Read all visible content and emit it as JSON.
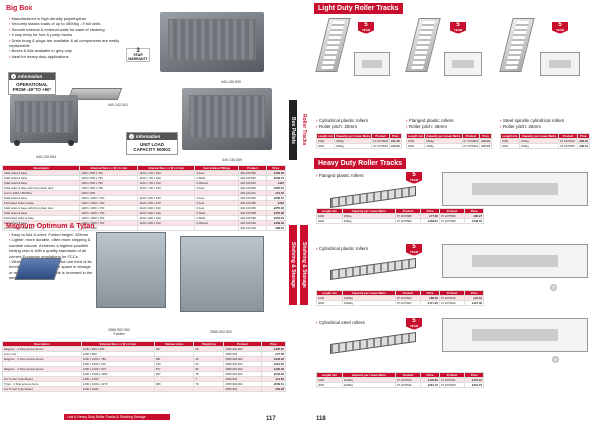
{
  "left": {
    "big_box_title": "Big Box",
    "big_box_features": [
      "Manufactured in high density polyethylene",
      "Securely stacks loads of up to 4500kg - 9 full units",
      "Smooth internal & external walls for ease of cleaning",
      "4 way entry for fork & pump trucks",
      "Drain bung & plugs are available & all components are easily replaceable",
      "Boxes & lids available in grey only",
      "Ideal for heavy duty applications"
    ],
    "warranty_years": "3",
    "warranty_label": "YEAR WARRANTY",
    "info1_title": "Information",
    "info1_body": "OPERATIONAL FROM -40°TO +60°",
    "info2_title": "Information",
    "info2_body": "UNIT LOAD CAPACITY 500KG",
    "codes": {
      "c1": "440.130.590",
      "c2": "440.142.001",
      "c3": "440.130.594",
      "c4": "440.130.059"
    },
    "big_box_table": {
      "headers": [
        "Description",
        "External Size L x W x H mm",
        "Internal Size L x W x H mm",
        "Feet & Base Fittings",
        "Product",
        "Price"
      ],
      "rows": [
        [
          "Solid sided & base",
          "1200 x 800 x 760",
          "1120 x 720 x 610",
          "4 Feet",
          "440.130.590",
          "£193.38"
        ],
        [
          "Solid sided & base",
          "1200 x 800 x 760",
          "1120 x 720 x 610",
          "4 Skids",
          "440.130.592",
          "£209.74"
        ],
        [
          "Solid sided & base",
          "1200 x 800 x 760",
          "1120 x 720 x 610",
          "4 Wheels",
          "440.130.594",
          "£412"
        ],
        [
          "Solid sides & base with Drop down door",
          "1200 x 800 x 760",
          "1120 x 720 x 610",
          "4 Feet",
          "440.130.596",
          "£225.21"
        ],
        [
          "Lid for 1200 x 800 Box",
          "1200 x 800",
          "",
          "",
          "440.142.001",
          "£51.52"
        ],
        [
          "Solid sided & base",
          "1200 x 1000 x 760",
          "1120 x 920 x 610",
          "4 Feet",
          "440.130.599",
          "£230.51"
        ],
        [
          "Perforated sides & base",
          "1200 x 1000 x 760",
          "1120 x 920 x 610",
          "4 Feet",
          "440.130.058",
          "£232"
        ],
        [
          "Solid sides & base with Drop down door",
          "1200 x 1000 x 760",
          "1120 x 920 x 610",
          "4 Feet",
          "440.130.059",
          "£255.36"
        ],
        [
          "Solid sided & base",
          "1200 x 1000 x 760",
          "1120 x 920 x 610",
          "3 Skids",
          "440.130.588",
          "£255.36"
        ],
        [
          "Perforated sides & base",
          "1200 x 1000 x 760",
          "1120 x 920 x 610",
          "3 Skids",
          "440.130.599",
          "£254.61"
        ],
        [
          "Solid sided & base",
          "1200 x 1000 x 760",
          "1120 x 920 x 610",
          "4 Wheels",
          "440.130.599",
          "£439.33"
        ],
        [
          "Lid for 1200 x 1000 Box",
          "1200 x 1000",
          "",
          "",
          "440.142.005",
          "£69.81"
        ]
      ]
    },
    "magnum_title": "Magnum Optimum & Tytan",
    "magnum_features": [
      "Easy to fold & erect. Folded height: 325mm",
      "Lighter, more durable, often more shipping & useable volume. Achieves a highest possible folding ratio & fulfil a quality standards of all current European regulations for FCCs",
      "When empty, it folds to around one third of its erected size, saving valuable space in storage or return transport. Each side is reversed in the sequence they fold."
    ],
    "magnum_codes": {
      "c1": "2565.902.902",
      "c1_sub": "Folded",
      "c2": "2565.902.902"
    },
    "magnum_table": {
      "headers": [
        "Description",
        "External Size L x W x H mm",
        "Volume Litres",
        "Weight kg",
        "Product",
        "Price"
      ],
      "rows": [
        [
          "Magnum - 4 Drop Access Doors",
          "1200 x 800 x 980",
          "567",
          "56",
          "2565.902.902",
          "£405.97"
        ],
        [
          "Lid to suit",
          "1200 x 800",
          "",
          "",
          "2565.902",
          "£77.58"
        ],
        [
          "Magnum - 2 Drop Access Doors",
          "1200 x 1000 x 760",
          "681",
          "45",
          "2565.902.902",
          "£432.63"
        ],
        [
          "",
          "1200 x 1000 x 975",
          "764",
          "63",
          "2565.902.902",
          "£413.62"
        ],
        [
          "Magnum - 2 Drop Access Doors",
          "1200 x 1000 x 975",
          "877",
          "59",
          "2565.902.902",
          "£430.32"
        ],
        [
          "",
          "1200 x 1000 x 1380",
          "957",
          "78",
          "2565.902.902",
          "£542.84"
        ],
        [
          "Lid To Suit Tytan Board",
          "1200 x 1000",
          "",
          "7",
          "2565.902",
          "£11.66"
        ],
        [
          "Tytan - 4 Side access doors",
          "1200 x 1000 x 1370",
          "989",
          "79",
          "2565.902.902",
          "£539.51"
        ],
        [
          "Lid To Suit Tytan Board",
          "1200 x 1000",
          "",
          "",
          "2565.902",
          "£59.28"
        ]
      ]
    },
    "footer": "Low & Heavy Duty Roller Tracks & Shelving Storage",
    "page_number": "117",
    "tab_top": "Box Pallets",
    "tab_bottom": "Shelving & Storage"
  },
  "right": {
    "light_title": "Light Duty Roller Tracks",
    "light_captions": [
      [
        "Cylindrical plastic rollers",
        "Roller pitch: 28mm"
      ],
      [
        "Flanged plastic rollers",
        "Roller pitch: 48mm"
      ],
      [
        "Steel spindle cylindrical rollers",
        "Roller pitch: 28mm"
      ]
    ],
    "badge_years": "5",
    "badge_label": "YEAR WARRANTY",
    "light_tables": [
      {
        "headers": [
          "Length mm",
          "Capacity per Linear Metre",
          "Product",
          "Price"
        ],
        "rows": [
          [
            "1000",
            "150kg",
            "07.1670504",
            "£21.48"
          ],
          [
            "2000",
            "150kg",
            "07.1670510",
            "£43.33"
          ]
        ]
      },
      {
        "headers": [
          "Length mm",
          "Capacity per Linear Metre",
          "Product",
          "Price"
        ],
        "rows": [
          [
            "1000",
            "150kg",
            "07.1670520",
            "£31.19"
          ],
          [
            "2000",
            "150kg",
            "07.1670522",
            "£57.73"
          ]
        ]
      },
      {
        "headers": [
          "Length mm",
          "Capacity per Linear Metre",
          "Product",
          "Price"
        ],
        "rows": [
          [
            "1000",
            "150kg",
            "07.1670540",
            "£59.40"
          ],
          [
            "2000",
            "150kg",
            "07.1670545",
            "£99.19"
          ]
        ]
      }
    ],
    "heavy_title": "Heavy Duty Roller Tracks",
    "heavy_sections": [
      {
        "caption": "Flanged plastic rollers",
        "table": {
          "headers": [
            "Length mm",
            "Capacity per Linear Metre",
            "Product",
            "Price",
            "Product",
            "Price"
          ],
          "rows": [
            [
              "1000",
              "250kg",
              "07.1670580",
              "£77.66",
              "07.1670590",
              "£86.27"
            ],
            [
              "2000",
              "250kg",
              "07.1670582",
              "£158.81",
              "07.1670593",
              "£148.79"
            ]
          ]
        }
      },
      {
        "caption": "Cylindrical plastic rollers",
        "table": {
          "headers": [
            "Length mm",
            "Capacity per Linear Metre",
            "Product",
            "Price",
            "Product",
            "Price"
          ],
          "rows": [
            [
              "1000",
              "1000kg",
              "07.1670600",
              "£86.35",
              "07.1670610",
              "£91.34"
            ],
            [
              "2000",
              "1000kg",
              "07.1670602",
              "£171.26",
              "07.1670612",
              "£127.48"
            ]
          ]
        }
      },
      {
        "caption": "Cylindrical steel rollers",
        "table": {
          "headers": [
            "Length mm",
            "Capacity per Linear Metre",
            "Product",
            "Price",
            "Product",
            "Price"
          ],
          "rows": [
            [
              "1000",
              "1000kg",
              "07.1670630",
              "£145.66",
              "07.1670631",
              "£175.91"
            ],
            [
              "2000",
              "1000kg",
              "07.1670632",
              "£261.15",
              "07.1670633",
              "£351.73"
            ]
          ]
        }
      }
    ],
    "page_number": "118",
    "tab_top": "Roller Tracks",
    "tab_bottom": "Shelving & Storage"
  },
  "colors": {
    "accent": "#c8102e",
    "dark": "#222222"
  }
}
